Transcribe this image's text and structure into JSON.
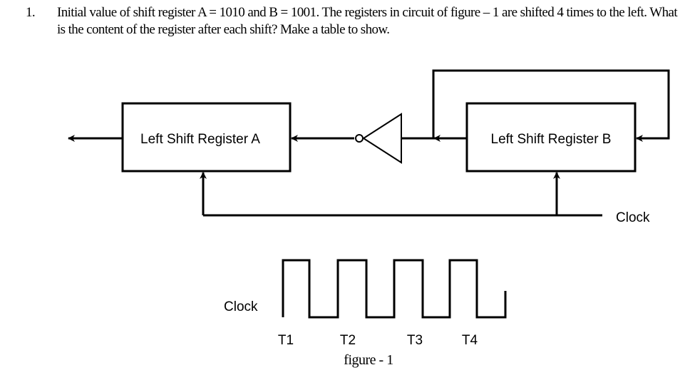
{
  "question": {
    "number": "1.",
    "text": "Initial value of shift register A = 1010 and B = 1001. The registers in circuit of figure – 1 are shifted 4 times to the left. What is the content of the register after each shift? Make a table to show."
  },
  "diagram": {
    "register_a": "Left Shift Register A",
    "register_b": "Left Shift Register B",
    "clock_label": "Clock",
    "waveform_label": "Clock",
    "ticks": [
      "T1",
      "T2",
      "T3",
      "T4"
    ],
    "caption": "figure - 1"
  }
}
